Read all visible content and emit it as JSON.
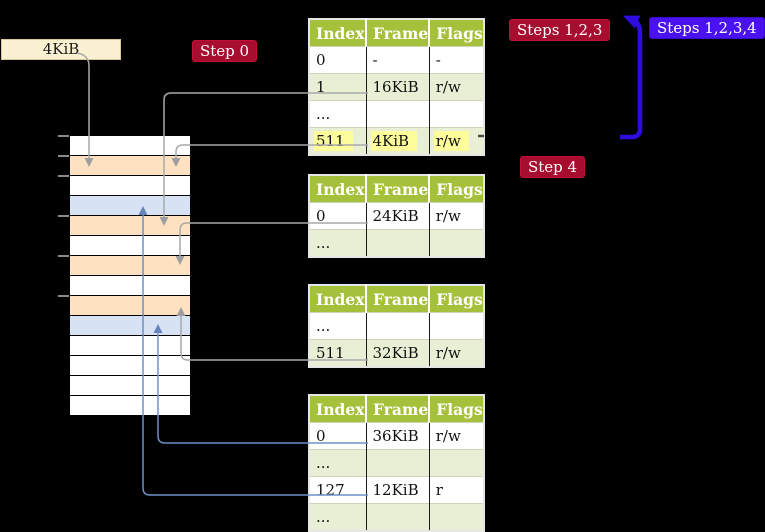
{
  "labels": {
    "page_size": "4KiB",
    "step0": "Step 0",
    "steps123": "Steps 1,2,3",
    "steps1234": "Steps 1,2,3,4",
    "step4": "Step 4"
  },
  "table_headers": [
    "Index",
    "Frame",
    "Flags"
  ],
  "tables": {
    "t1": {
      "rows": [
        [
          "0",
          "-",
          "-"
        ],
        [
          "1",
          "16KiB",
          "r/w"
        ],
        [
          "...",
          "",
          ""
        ],
        [
          "511",
          "4KiB",
          "r/w"
        ]
      ],
      "highlighted_row": "511"
    },
    "t2": {
      "rows": [
        [
          "0",
          "24KiB",
          "r/w"
        ],
        [
          "...",
          "",
          ""
        ]
      ]
    },
    "t3": {
      "rows": [
        [
          "...",
          "",
          ""
        ],
        [
          "511",
          "32KiB",
          "r/w"
        ]
      ]
    },
    "t4": {
      "rows": [
        [
          "0",
          "36KiB",
          "r/w"
        ],
        [
          "...",
          "",
          ""
        ],
        [
          "127",
          "12KiB",
          "r"
        ],
        [
          "...",
          "",
          ""
        ]
      ]
    }
  },
  "memory_strip": {
    "rows": [
      "white",
      "peach",
      "white",
      "blue",
      "peach",
      "white",
      "peach",
      "white",
      "peach",
      "blue",
      "white",
      "white",
      "white",
      "white"
    ]
  },
  "colors": {
    "table_header_bg": "#a5c13c",
    "table_row_alt_bg": "#e9efd5",
    "highlight_yellow": "#fdfd9c",
    "strip_peach": "#fde1c0",
    "strip_blue": "#d7e3f4",
    "label_red_bg": "#a60d2e",
    "label_blue_bg": "#4a12f0",
    "arrow_gray": "#a9a9a9",
    "arrow_blue": "#7090c4",
    "arrow_thick_blue": "#2e0ce2",
    "page_box_bg": "#faf0d2"
  }
}
